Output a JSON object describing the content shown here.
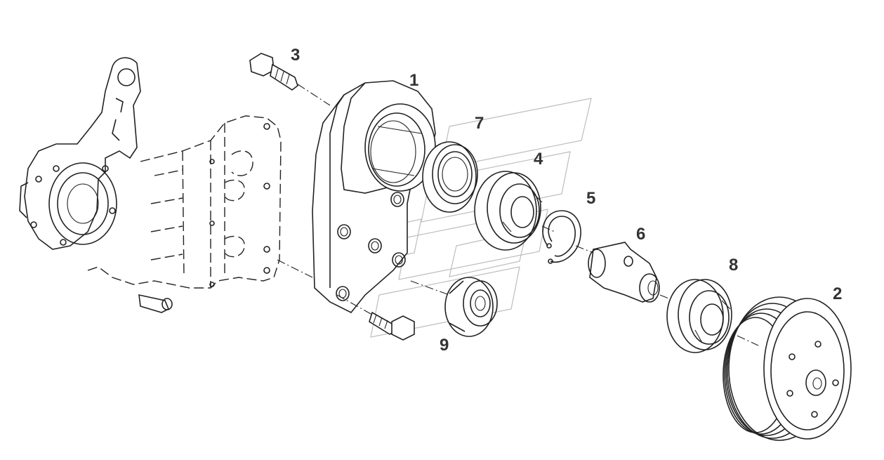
{
  "callouts": {
    "c1": "1",
    "c2": "2",
    "c3": "3",
    "c4": "4",
    "c5": "5",
    "c6": "6",
    "c7": "7",
    "c8": "8",
    "c9": "9"
  },
  "colors": {
    "line": "#222222",
    "label": "#333333",
    "watermark": "#bdbdbd",
    "background": "#ffffff"
  }
}
